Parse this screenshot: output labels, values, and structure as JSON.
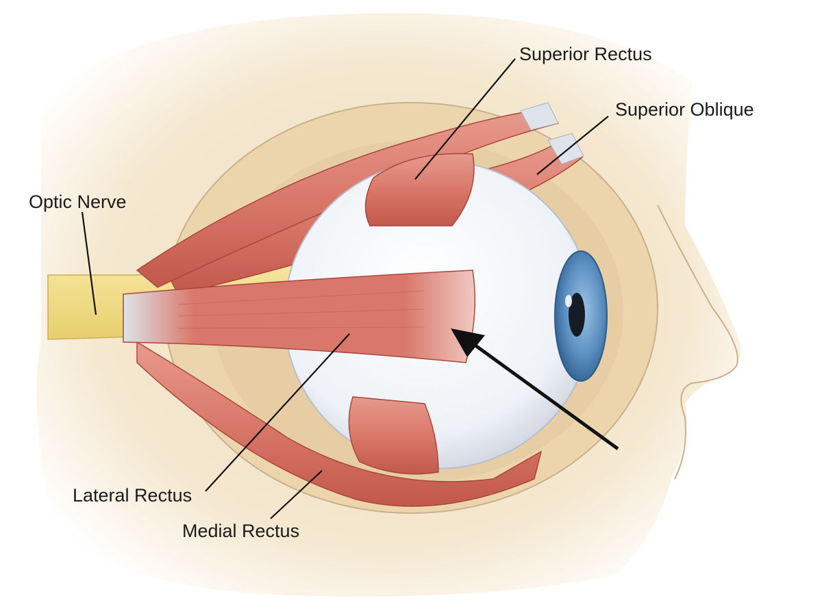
{
  "diagram": {
    "labels": {
      "superior_rectus": "Superior Rectus",
      "superior_oblique": "Superior Oblique",
      "optic_nerve": "Optic Nerve",
      "lateral_rectus": "Lateral Rectus",
      "medial_rectus": "Medial Rectus"
    },
    "colors": {
      "skin": "#f3e3c6",
      "orbit": "#e9d2a8",
      "muscle": "#d9786a",
      "muscle_dark": "#b84f45",
      "tendon": "#dfe3ea",
      "nerve": "#f2e08a",
      "sclera": "#f4f6f9",
      "iris": "#5b8fc0",
      "pupil": "#151c26",
      "outline": "#c7b08c",
      "leader": "#111111"
    }
  }
}
